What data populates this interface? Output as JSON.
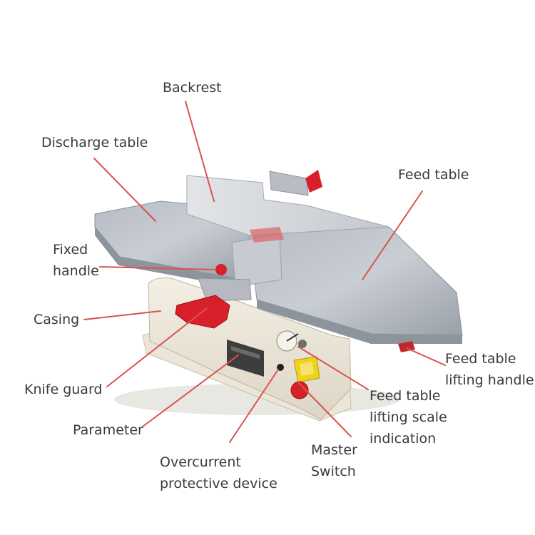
{
  "labels": {
    "backrest": "Backrest",
    "discharge_table": "Discharge table",
    "feed_table": "Feed table",
    "fixed_handle": [
      "Fixed",
      "handle"
    ],
    "casing": "Casing",
    "knife_guard": "Knife guard",
    "parameter": "Parameter",
    "overcurrent": [
      "Overcurrent",
      "protective device"
    ],
    "master_switch": [
      "Master",
      "Switch"
    ],
    "scale_indication": [
      "Feed table",
      "lifting scale",
      "indication"
    ],
    "lifting_handle": [
      "Feed table",
      "lifting handle"
    ]
  },
  "colors": {
    "leader_line": "#d9534f",
    "label_text": "#3a3a3a",
    "guard_red": "#d7202a",
    "switch_yellow": "#f0d21a",
    "table_silver": "#a9afb8",
    "casing_cream": "#efe9dc"
  }
}
